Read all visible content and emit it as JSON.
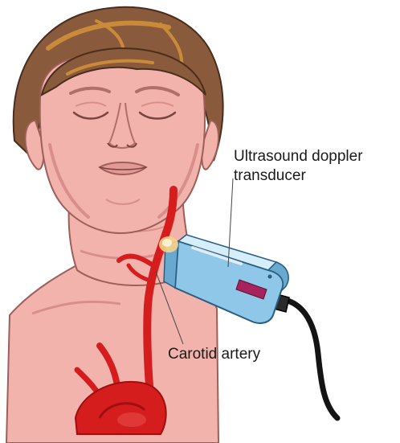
{
  "labels": {
    "transducer_line1": "Ultrasound doppler",
    "transducer_line2": "transducer",
    "carotid": "Carotid artery"
  },
  "colors": {
    "skin": "#f3b3ad",
    "skin_shadow": "#d98f89",
    "hair": "#8a5a3c",
    "hair_highlight": "#c98a3a",
    "artery": "#d51d1d",
    "artery_dark": "#9e0f0f",
    "probe_blue": "#8fc7e8",
    "probe_light": "#d6eefa",
    "probe_window": "#a8225e",
    "cable": "#141414"
  },
  "icons": {
    "head": "human-head-illustration",
    "artery": "carotid-artery-illustration",
    "probe": "ultrasound-probe-illustration"
  }
}
